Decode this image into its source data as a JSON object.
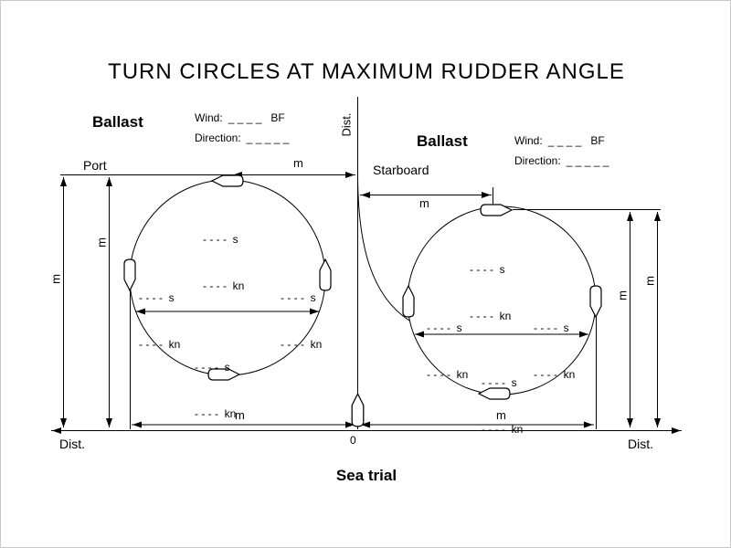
{
  "colors": {
    "ink": "#000000",
    "paper": "#ffffff"
  },
  "title": "TURN CIRCLES AT MAXIMUM RUDDER ANGLE",
  "caption": "Sea trial",
  "center_axis": {
    "label": "Dist.",
    "origin": "0"
  },
  "bottom_axis": {
    "left_label": "Dist.",
    "right_label": "Dist."
  },
  "left_diagram": {
    "condition": "Ballast",
    "side": "Port",
    "wind": {
      "label": "Wind:",
      "value": "_ _ _ _",
      "unit": "BF"
    },
    "direction": {
      "label": "Direction:",
      "value": "_ _ _ _ _"
    },
    "top_dim_unit": "m",
    "bottom_dim_unit": "m",
    "vertical_outer_unit": "m",
    "vertical_inner_unit": "m",
    "speed_points": [
      {
        "time": "- - - -  s",
        "speed": "- - - -  kn"
      },
      {
        "time": "- - - -  s",
        "speed": "- - - -  kn"
      },
      {
        "time": "- - - -  s",
        "speed": "- - - -  kn"
      },
      {
        "time": "- - - -  s",
        "speed": "- - - -  kn"
      }
    ]
  },
  "right_diagram": {
    "condition": "Ballast",
    "side": "Starboard",
    "wind": {
      "label": "Wind:",
      "value": "_ _ _ _",
      "unit": "BF"
    },
    "direction": {
      "label": "Direction:",
      "value": "_ _ _ _ _"
    },
    "top_dim_unit": "m",
    "bottom_dim_unit": "m",
    "vertical_outer_unit": "m",
    "vertical_inner_unit": "m",
    "speed_points": [
      {
        "time": "- - - -  s",
        "speed": "- - - -  kn"
      },
      {
        "time": "- - - -  s",
        "speed": "- - - -  kn"
      },
      {
        "time": "- - - -  s",
        "speed": "- - - -  kn"
      },
      {
        "time": "- - - -  s",
        "speed": "- - - -  kn"
      }
    ]
  }
}
